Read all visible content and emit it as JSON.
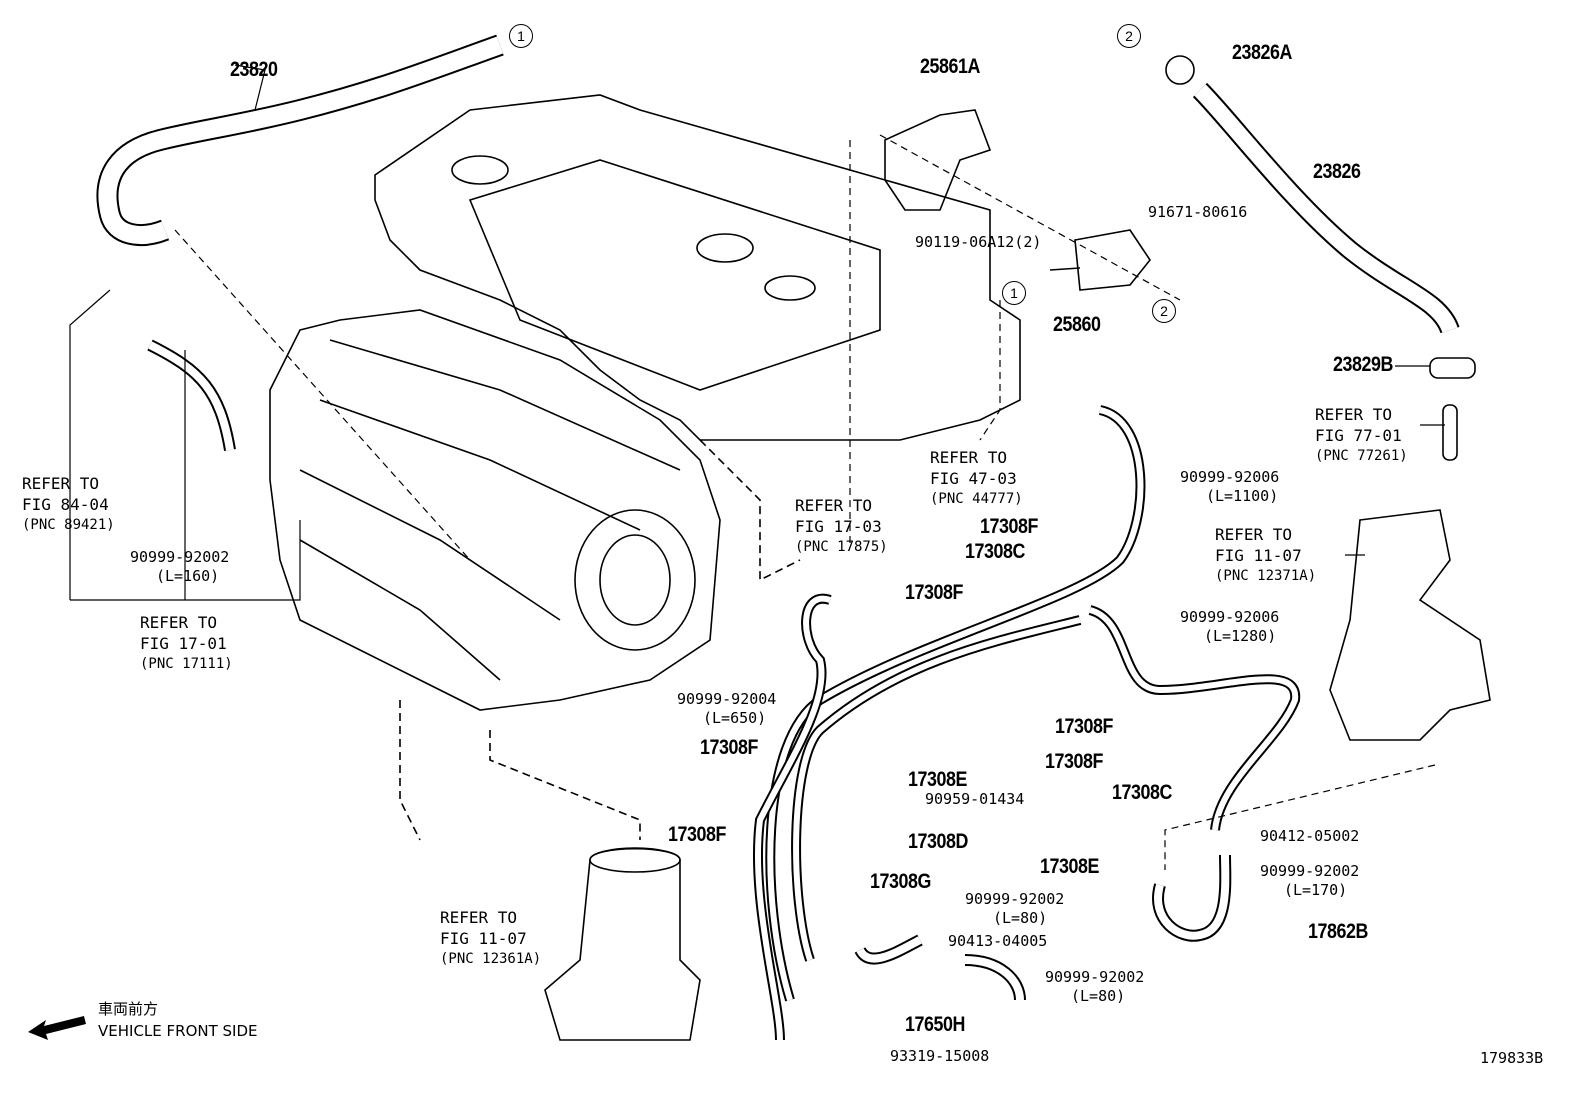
{
  "figure_id": "179833B",
  "legend": {
    "jp": "車両前方",
    "en": "VEHICLE FRONT SIDE",
    "icon": "arrow-left-icon"
  },
  "callouts": [
    "1",
    "2",
    "1",
    "2"
  ],
  "parts": {
    "p23820": "23820",
    "p25861A": "25861A",
    "p23826A": "23826A",
    "p23826": "23826",
    "p25860": "25860",
    "p23829B": "23829B",
    "p17308F_a": "17308F",
    "p17308C_a": "17308C",
    "p17308F_b": "17308F",
    "p17308F_c": "17308F",
    "p17308F_d": "17308F",
    "p17308C_b": "17308C",
    "p17308E_a": "17308E",
    "p17308E_b": "17308E",
    "p17308F_e": "17308F",
    "p17308F_f": "17308F",
    "p17308D": "17308D",
    "p17308G": "17308G",
    "p17650H": "17650H",
    "p17862B": "17862B"
  },
  "small_parts": {
    "s90119": "90119-06A12(2)",
    "s91671": "91671-80616",
    "s92006a": "90999-92006",
    "s92006a_len": "(L=1100)",
    "s92006b": "90999-92006",
    "s92006b_len": "(L=1280)",
    "s92002a": "90999-92002",
    "s92002a_len": "(L=160)",
    "s92004": "90999-92004",
    "s92004_len": "(L=650)",
    "s90959": "90959-01434",
    "s90412": "90412-05002",
    "s92002b": "90999-92002",
    "s92002b_len": "(L=170)",
    "s92002c": "90999-92002",
    "s92002c_len": "(L=80)",
    "s90413": "90413-04005",
    "s92002d": "90999-92002",
    "s92002d_len": "(L=80)",
    "s93319": "93319-15008"
  },
  "refs": [
    {
      "l1": "REFER TO",
      "l2": "FIG 84-04",
      "l3": "(PNC 89421)"
    },
    {
      "l1": "REFER TO",
      "l2": "FIG 17-01",
      "l3": "(PNC 17111)"
    },
    {
      "l1": "REFER TO",
      "l2": "FIG 17-03",
      "l3": "(PNC 17875)"
    },
    {
      "l1": "REFER TO",
      "l2": "FIG 47-03",
      "l3": "(PNC 44777)"
    },
    {
      "l1": "REFER TO",
      "l2": "FIG 77-01",
      "l3": "(PNC 77261)"
    },
    {
      "l1": "REFER TO",
      "l2": "FIG 11-07",
      "l3": "(PNC 12371A)"
    },
    {
      "l1": "REFER TO",
      "l2": "FIG 11-07",
      "l3": "(PNC 12361A)"
    }
  ]
}
